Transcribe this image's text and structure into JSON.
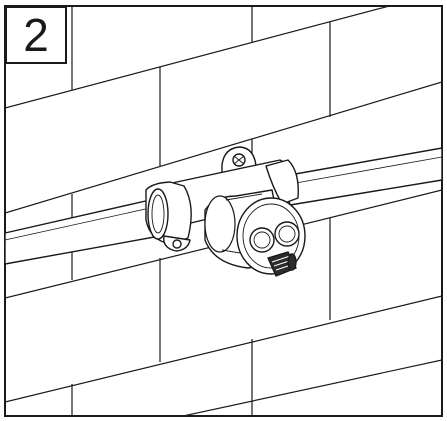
{
  "step": {
    "number": "2"
  },
  "colors": {
    "line": "#1a1a1a",
    "background": "#ffffff",
    "knob": "#2b2b2b"
  },
  "icons": [
    "brick-wall",
    "pipe-tee-fitting",
    "wall-bracket-icon",
    "screw-icon",
    "knob-icon"
  ]
}
